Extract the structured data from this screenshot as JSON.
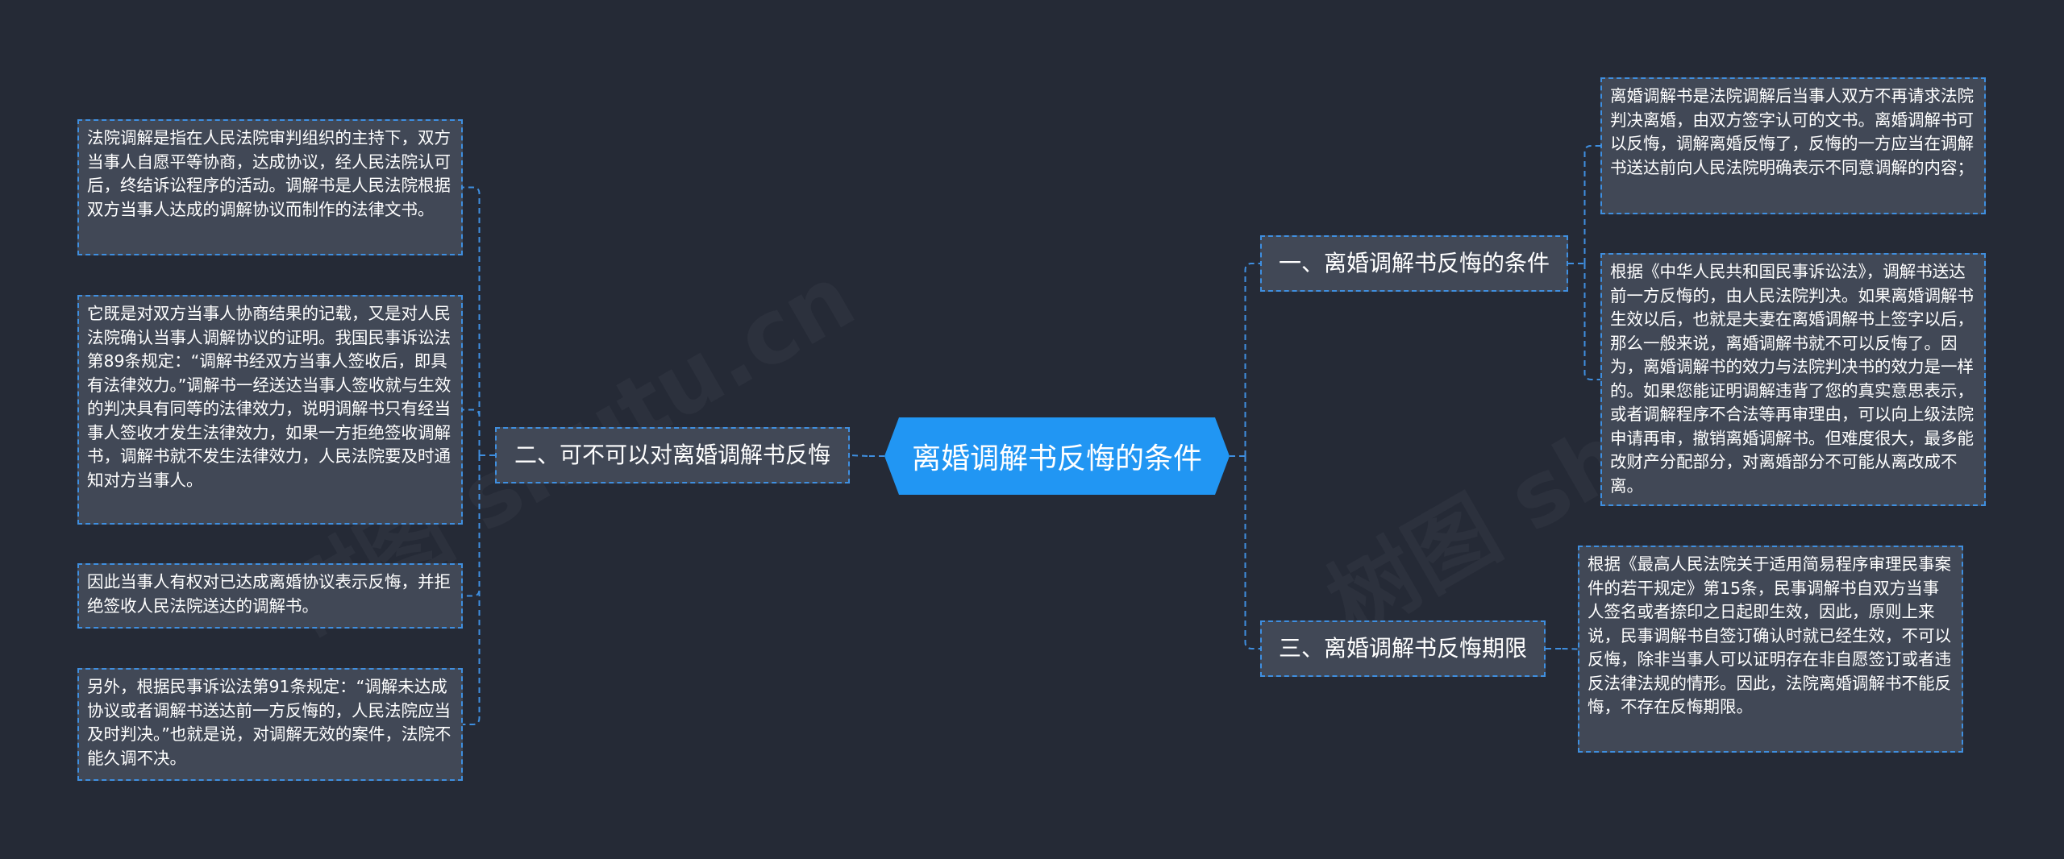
{
  "root": {
    "title": "离婚调解书反悔的条件"
  },
  "colors": {
    "background": "#252a36",
    "node_fill": "#414856",
    "accent": "#3f8fe0",
    "root_fill": "#2196f3",
    "text": "#ffffff"
  },
  "left_branch": {
    "label": "二、可不可以对离婚调解书反悔",
    "leaves": [
      "法院调解是指在人民法院审判组织的主持下，双方当事人自愿平等协商，达成协议，经人民法院认可后，终结诉讼程序的活动。调解书是人民法院根据双方当事人达成的调解协议而制作的法律文书。",
      "它既是对双方当事人协商结果的记载，又是对人民法院确认当事人调解协议的证明。我国民事诉讼法第89条规定：“调解书经双方当事人签收后，即具有法律效力。”调解书一经送达当事人签收就与生效的判决具有同等的法律效力，说明调解书只有经当事人签收才发生法律效力，如果一方拒绝签收调解书，调解书就不发生法律效力，人民法院要及时通知对方当事人。",
      "因此当事人有权对已达成离婚协议表示反悔，并拒绝签收人民法院送达的调解书。",
      "另外，根据民事诉讼法第91条规定：“调解未达成协议或者调解书送达前一方反悔的，人民法院应当及时判决。”也就是说，对调解无效的案件，法院不能久调不决。"
    ]
  },
  "right_branches": [
    {
      "label": "一、离婚调解书反悔的条件",
      "leaves": [
        "离婚调解书是法院调解后当事人双方不再请求法院判决离婚，由双方签字认可的文书。离婚调解书可以反悔，调解离婚反悔了，反悔的一方应当在调解书送达前向人民法院明确表示不同意调解的内容；",
        "根据《中华人民共和国民事诉讼法》，调解书送达前一方反悔的，由人民法院判决。如果离婚调解书生效以后，也就是夫妻在离婚调解书上签字以后，那么一般来说，离婚调解书就不可以反悔了。因为，离婚调解书的效力与法院判决书的效力是一样的。如果您能证明调解违背了您的真实意思表示，或者调解程序不合法等再审理由，可以向上级法院申请再审，撤销离婚调解书。但难度很大，最多能改财产分配部分，对离婚部分不可能从离改成不离。"
      ]
    },
    {
      "label": "三、离婚调解书反悔期限",
      "leaves": [
        "根据《最高人民法院关于适用简易程序审理民事案件的若干规定》第15条，民事调解书自双方当事人签名或者捺印之日起即生效，因此，原则上来说，民事调解书自签订确认时就已经生效，不可以反悔，除非当事人可以证明存在非自愿签订或者违反法律法规的情形。因此，法院离婚调解书不能反悔，不存在反悔期限。"
      ]
    }
  ],
  "watermark": [
    "树图 shutu.cn",
    "树图 shutu.cn"
  ]
}
